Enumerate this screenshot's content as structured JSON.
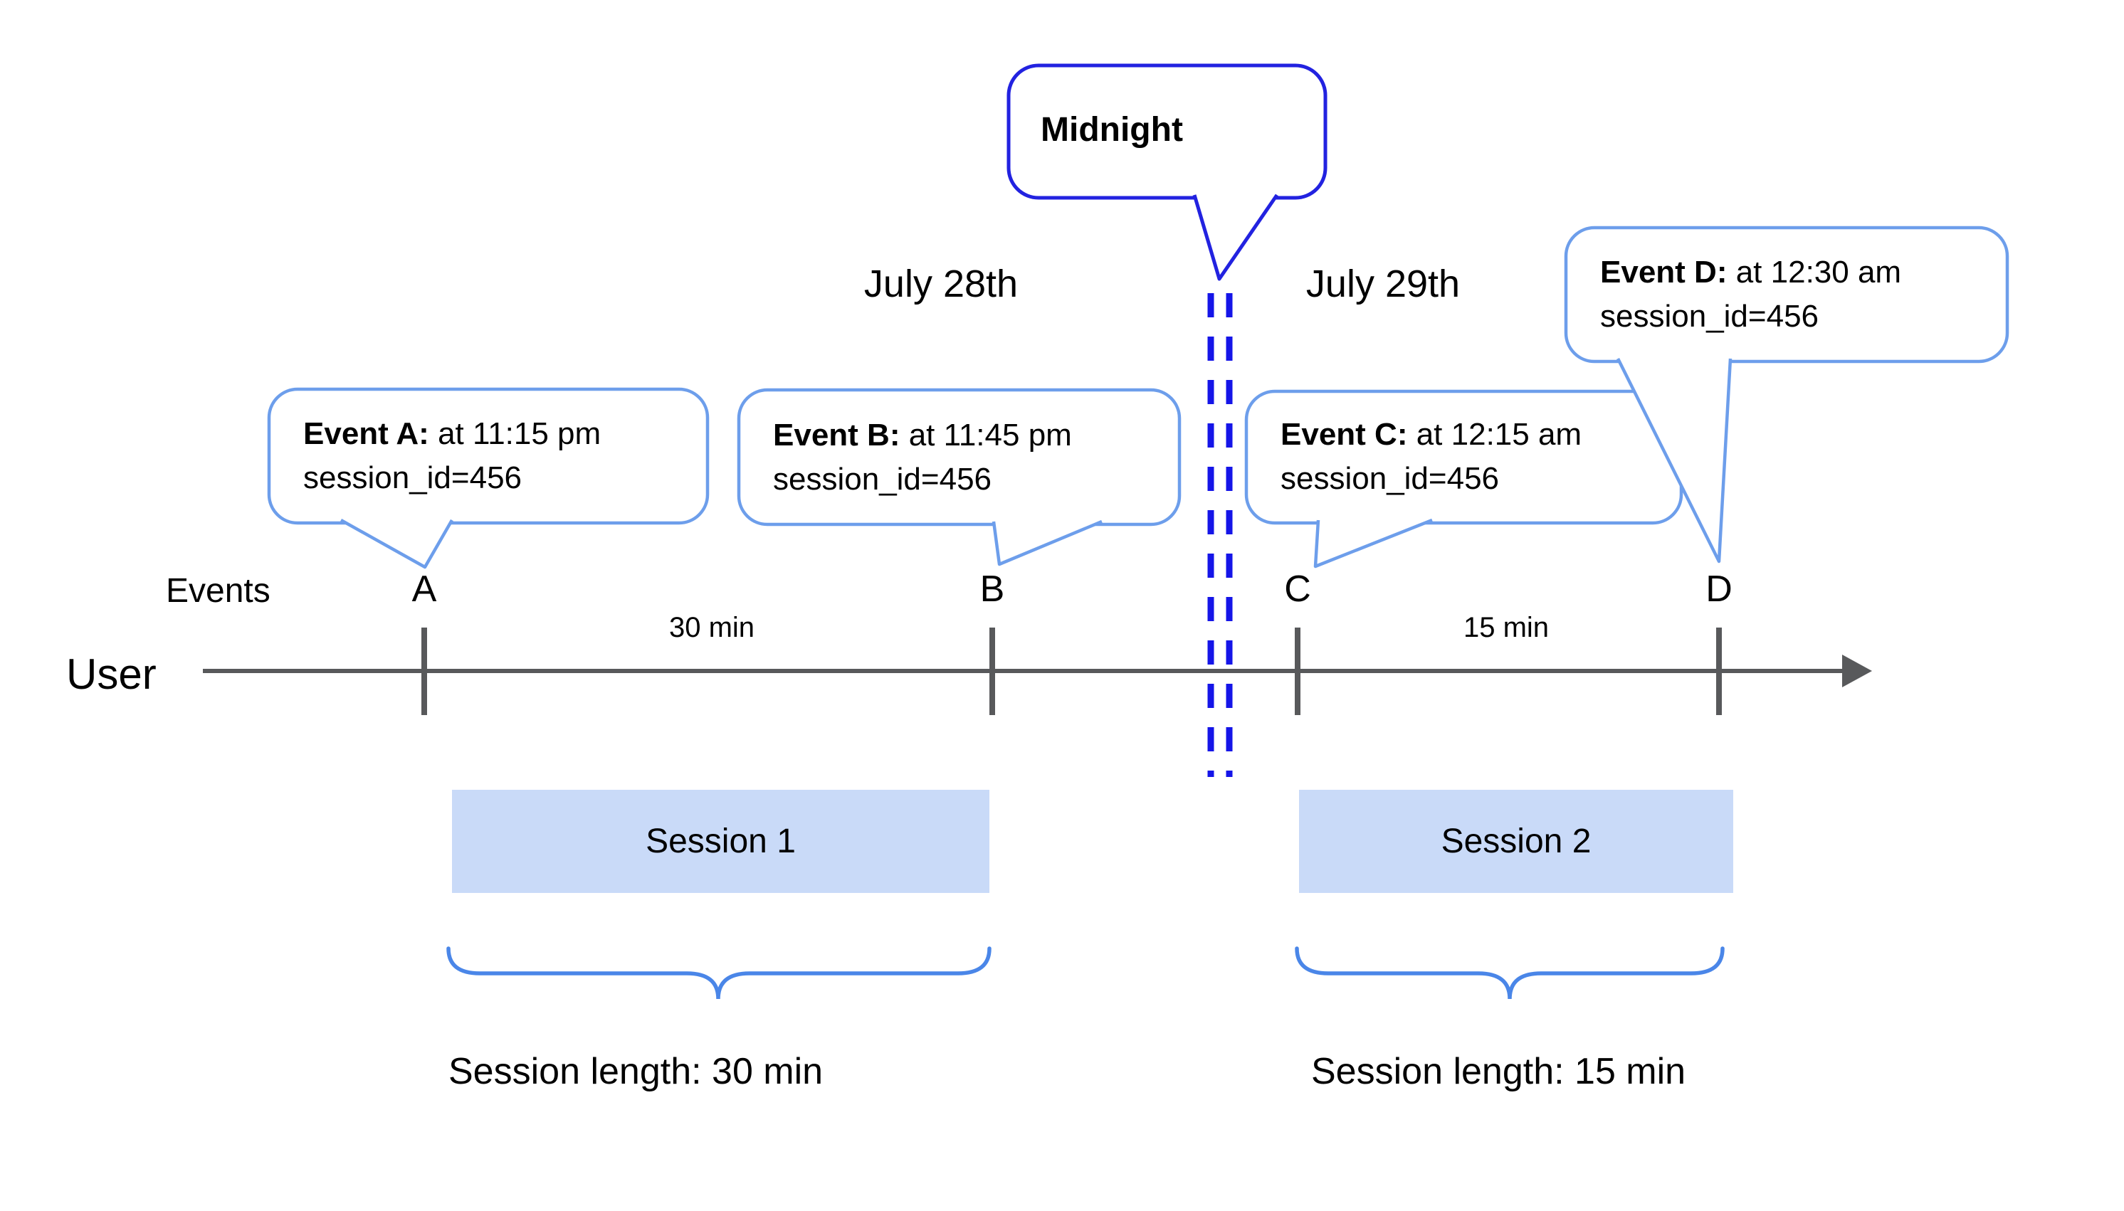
{
  "colors": {
    "bubble_border": "#6d9eeb",
    "callout_border": "#2222e0",
    "dash_line": "#1515e8",
    "axis": "#58595b",
    "session_fill": "#c9daf8",
    "brace": "#4a86e8",
    "text": "#000000"
  },
  "callout": {
    "label": "Midnight"
  },
  "dates": [
    {
      "label": "July 28th"
    },
    {
      "label": "July 29th"
    }
  ],
  "axis": {
    "events_label": "Events",
    "user_label": "User"
  },
  "events": [
    {
      "letter": "A",
      "title": "Event A:",
      "time": " at 11:15 pm",
      "session": "session_id=456"
    },
    {
      "letter": "B",
      "title": "Event B:",
      "time": " at 11:45 pm",
      "session": "session_id=456"
    },
    {
      "letter": "C",
      "title": "Event C:",
      "time": " at 12:15 am",
      "session": "session_id=456"
    },
    {
      "letter": "D",
      "title": "Event D:",
      "time": " at 12:30 am",
      "session": "session_id=456"
    }
  ],
  "durations": [
    {
      "label": "30 min"
    },
    {
      "label": "15 min"
    }
  ],
  "sessions": [
    {
      "name": "Session 1",
      "length_label": "Session length: 30 min"
    },
    {
      "name": "Session 2",
      "length_label": "Session length: 15 min"
    }
  ]
}
